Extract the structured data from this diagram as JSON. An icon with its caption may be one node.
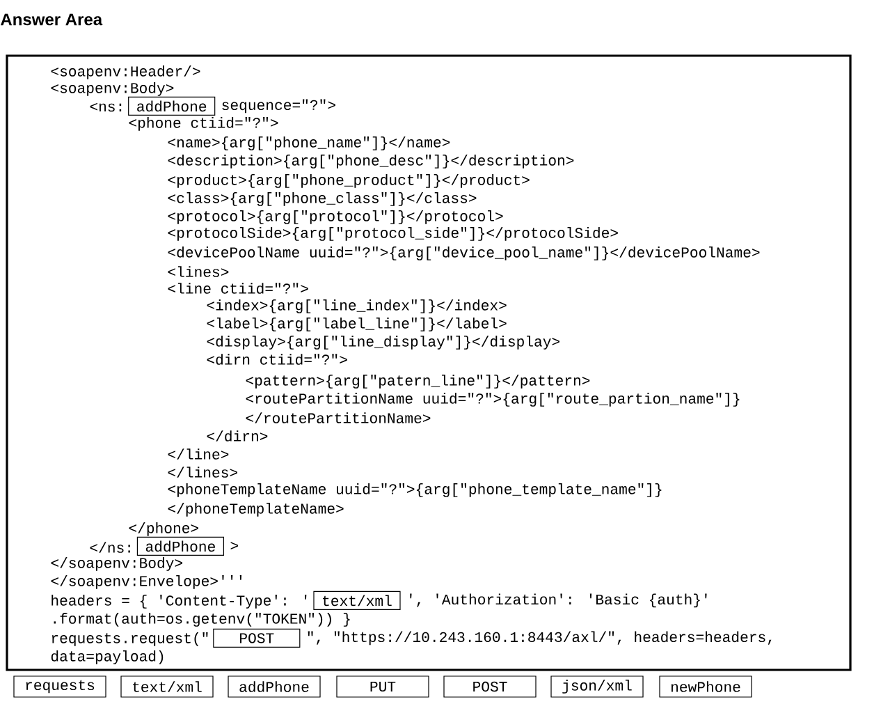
{
  "diagram": {
    "title": "Answer Area",
    "nodes": [
      {
        "text": [],
        "shape": "box"
      },
      {
        "text": [
          "addPhone"
        ],
        "in": 0
      },
      {
        "text": [
          "addPhone"
        ],
        "in": 0
      },
      {
        "text": [
          "text/xml"
        ],
        "in": 0
      },
      {
        "text": [
          "POST"
        ],
        "in": 0
      },
      {
        "text": [
          "requests"
        ]
      },
      {
        "text": [
          "text/xml"
        ]
      },
      {
        "text": [
          "addPhone"
        ]
      },
      {
        "text": [
          "PUT"
        ]
      },
      {
        "text": [
          "POST"
        ]
      },
      {
        "text": [
          "json/xml"
        ]
      },
      {
        "text": [
          "newPhone"
        ]
      }
    ],
    "edges": [],
    "labels": [
      "<soapenv:Header/>",
      "<soapenv:Body>",
      "<ns:",
      "sequence=\"?\">",
      "<phone ctiid=\"?\">",
      "<name>{arg[\"phone_name\"]}</name>",
      "<description>{arg[\"phone_desc\"]}</description>",
      "<product>{arg[\"phone_product\"]}</product>",
      "<class>{arg[\"phone_class\"]}</class>",
      "<protocol>{arg[\"protocol\"]}</protocol>",
      "<protocolSide>{arg[\"protocol_side\"]}</protocolSide>",
      "<devicePoolName uuid=\"?\">{arg[\"device_pool_name\"]}</devicePoolName>",
      "<lines>",
      "<line ctiid=\"?\">",
      "<index>{arg[\"line_index\"]}</index>",
      "<label>{arg[\"label_line\"]}</label>",
      "<display>{arg[\"line_display\"]}</display>",
      "<dirn ctiid=\"?\">",
      "<pattern>{arg[\"patern_line\"]}</pattern>",
      "<routePartitionName uuid=\"?\">{arg[\"route_partion_name\"]}",
      "</routePartitionName>",
      "</dirn>",
      "</line>",
      "</lines>",
      "<phoneTemplateName uuid=\"?\">{arg[\"phone_template_name\"]}",
      "</phoneTemplateName>",
      "</phone>",
      "</ns:",
      ">",
      "</soapenv:Body>",
      "</soapenv:Envelope>'''",
      "headers = { 'Content-Type': '",
      "', 'Authorization': 'Basic {auth}'",
      ".format(auth=os.getenv(\"TOKEN\")) }",
      "requests.request(\"",
      "\", \"https://10.243.160.1:8443/axl/\", headers=headers,",
      "data=payload)"
    ]
  }
}
